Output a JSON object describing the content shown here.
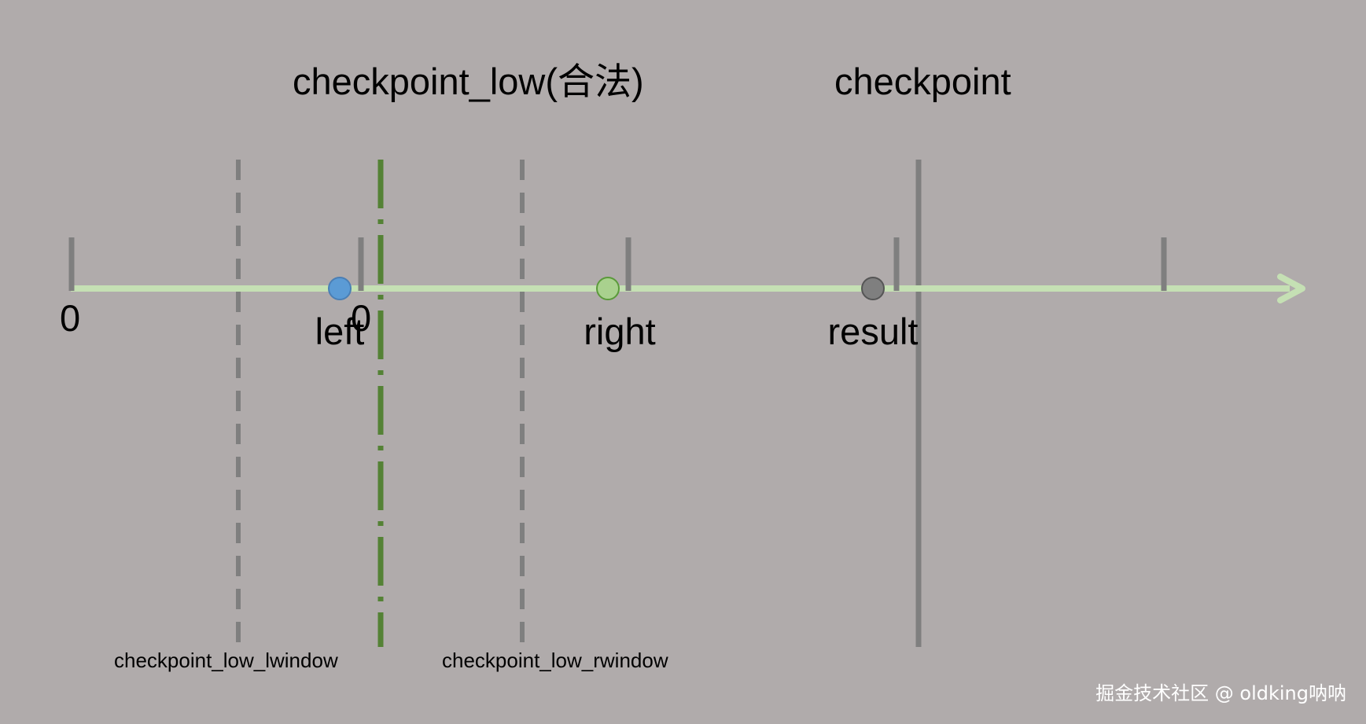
{
  "titles": {
    "checkpoint_low": "checkpoint_low(合法)",
    "checkpoint": "checkpoint"
  },
  "tick_labels": [
    "0",
    "0"
  ],
  "points": [
    {
      "label": "left",
      "color": "#5b9bd5",
      "stroke": "#4a7fb5"
    },
    {
      "label": "right",
      "color": "#a9d18e",
      "stroke": "#5a9a3a"
    },
    {
      "label": "result",
      "color": "#7f7f7f",
      "stroke": "#555555"
    }
  ],
  "window_labels": {
    "lwindow": "checkpoint_low_lwindow",
    "rwindow": "checkpoint_low_rwindow"
  },
  "watermark": "掘金技术社区 @ oldking呐呐",
  "colors": {
    "background": "#b0abab",
    "axis": "#c5e0b4",
    "tick": "#7f7f7f",
    "window_line": "#7f7f7f",
    "checkpoint_low_line": "#548235",
    "checkpoint_line": "#7f7f7f"
  }
}
